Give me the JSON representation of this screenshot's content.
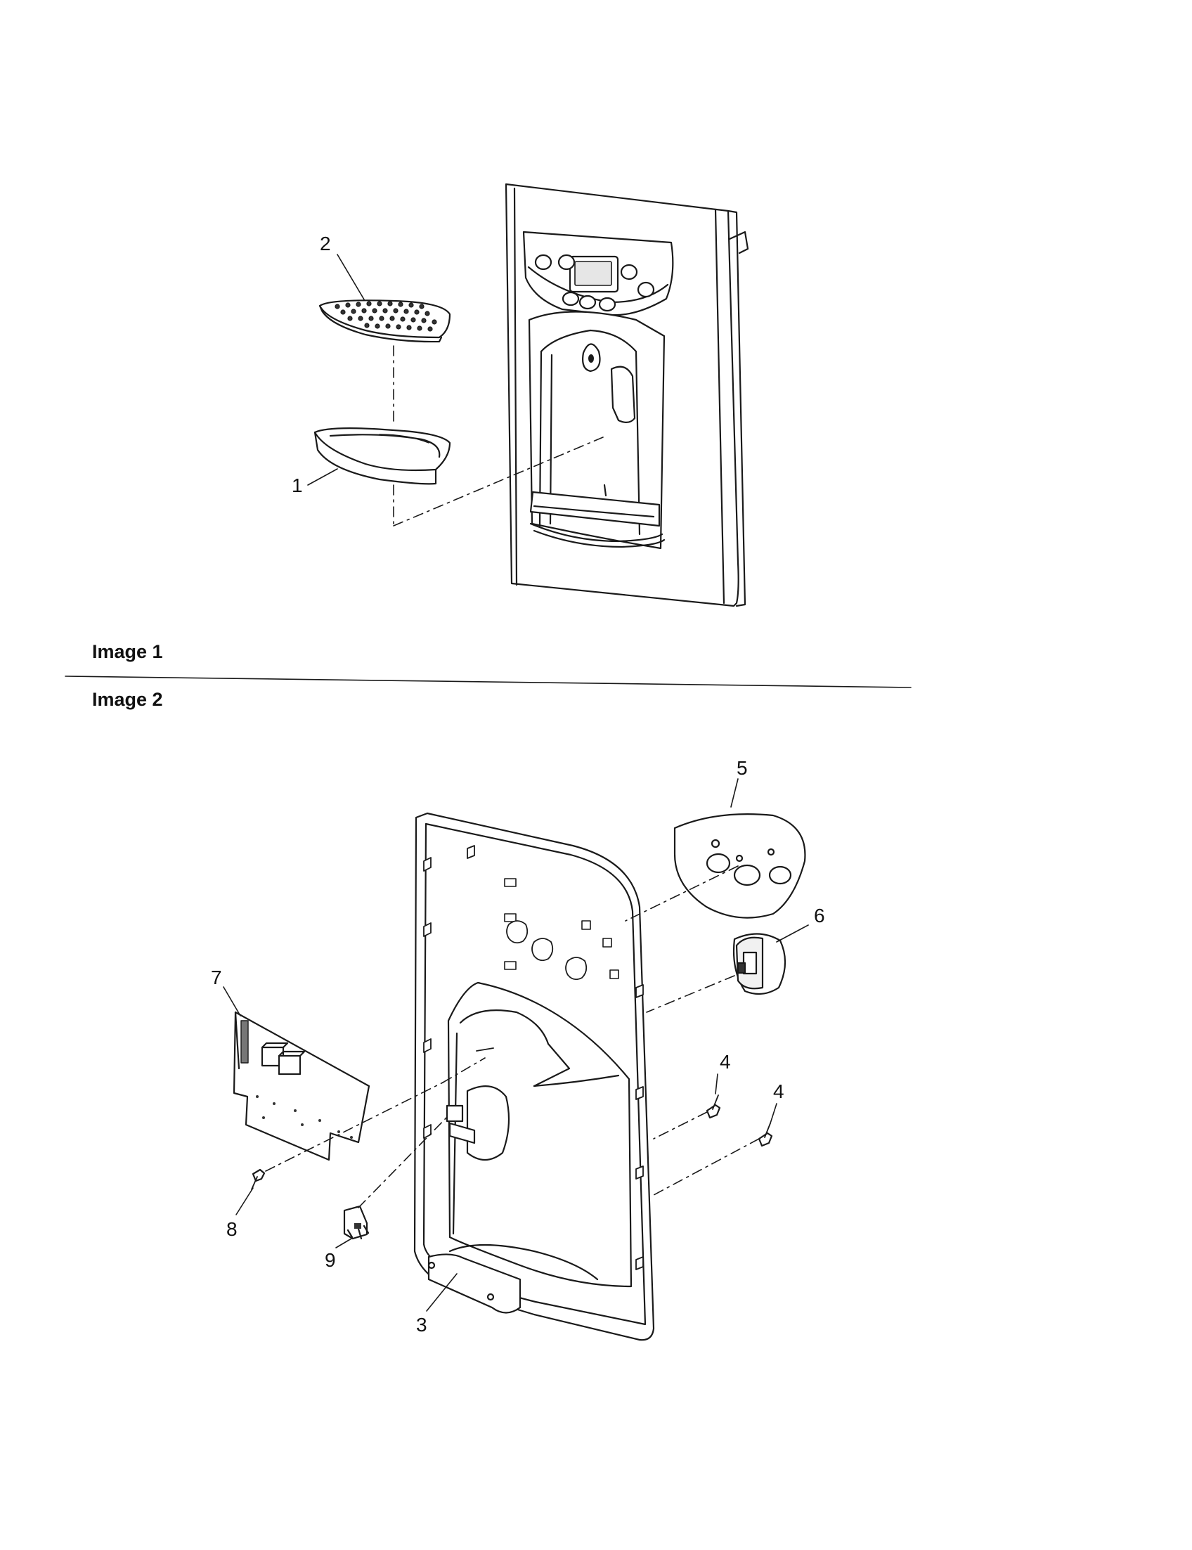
{
  "sections": [
    {
      "label": "Image 1"
    },
    {
      "label": "Image 2"
    }
  ],
  "callouts": {
    "c1": "1",
    "c2": "2",
    "c3": "3",
    "c4a": "4",
    "c4b": "4",
    "c5": "5",
    "c6": "6",
    "c7": "7",
    "c8": "8",
    "c9": "9"
  },
  "colors": {
    "line": "#1a1a1a",
    "fill": "#ffffff",
    "shade": "#d9d9d9",
    "dark": "#6b6b6b"
  }
}
